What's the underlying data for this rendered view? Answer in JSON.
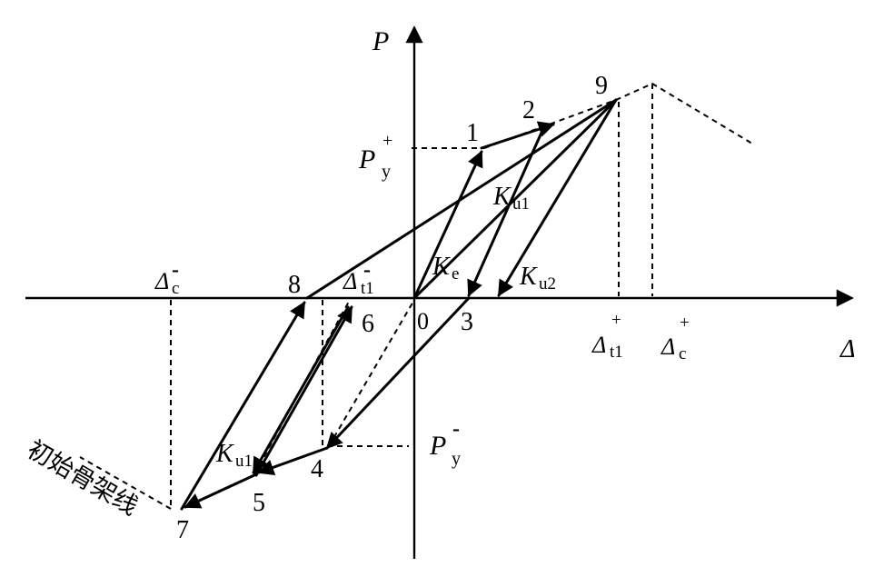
{
  "axes": {
    "y_label": "P",
    "x_label": "Δ",
    "origin_label": "0"
  },
  "points": {
    "p1": "1",
    "p2": "2",
    "p3": "3",
    "p4": "4",
    "p5": "5",
    "p6": "6",
    "p7": "7",
    "p8": "8",
    "p9": "9"
  },
  "labels": {
    "py_pos_main": "P",
    "py_pos_sub": "y",
    "py_pos_sup": "+",
    "py_neg_main": "P",
    "py_neg_sub": "y",
    "py_neg_sup": "-",
    "dc_neg_main": "Δ",
    "dc_neg_sub": "c",
    "dc_neg_sup": "-",
    "dt1_neg_main": "Δ",
    "dt1_neg_sub": "t1",
    "dt1_neg_sup": "-",
    "dt1_pos_main": "Δ",
    "dt1_pos_sub": "t1",
    "dt1_pos_sup": "+",
    "dc_pos_main": "Δ",
    "dc_pos_sub": "c",
    "dc_pos_sup": "+",
    "ke_main": "K",
    "ke_sub": "e",
    "ku1_upper_main": "K",
    "ku1_upper_sub": "u1",
    "ku2_main": "K",
    "ku2_sub": "u2",
    "ku1_lower_main": "K",
    "ku1_lower_sub": "u1",
    "skeleton_caption": "初始骨架线"
  },
  "colors": {
    "ink": "#000000",
    "background": "#ffffff"
  }
}
